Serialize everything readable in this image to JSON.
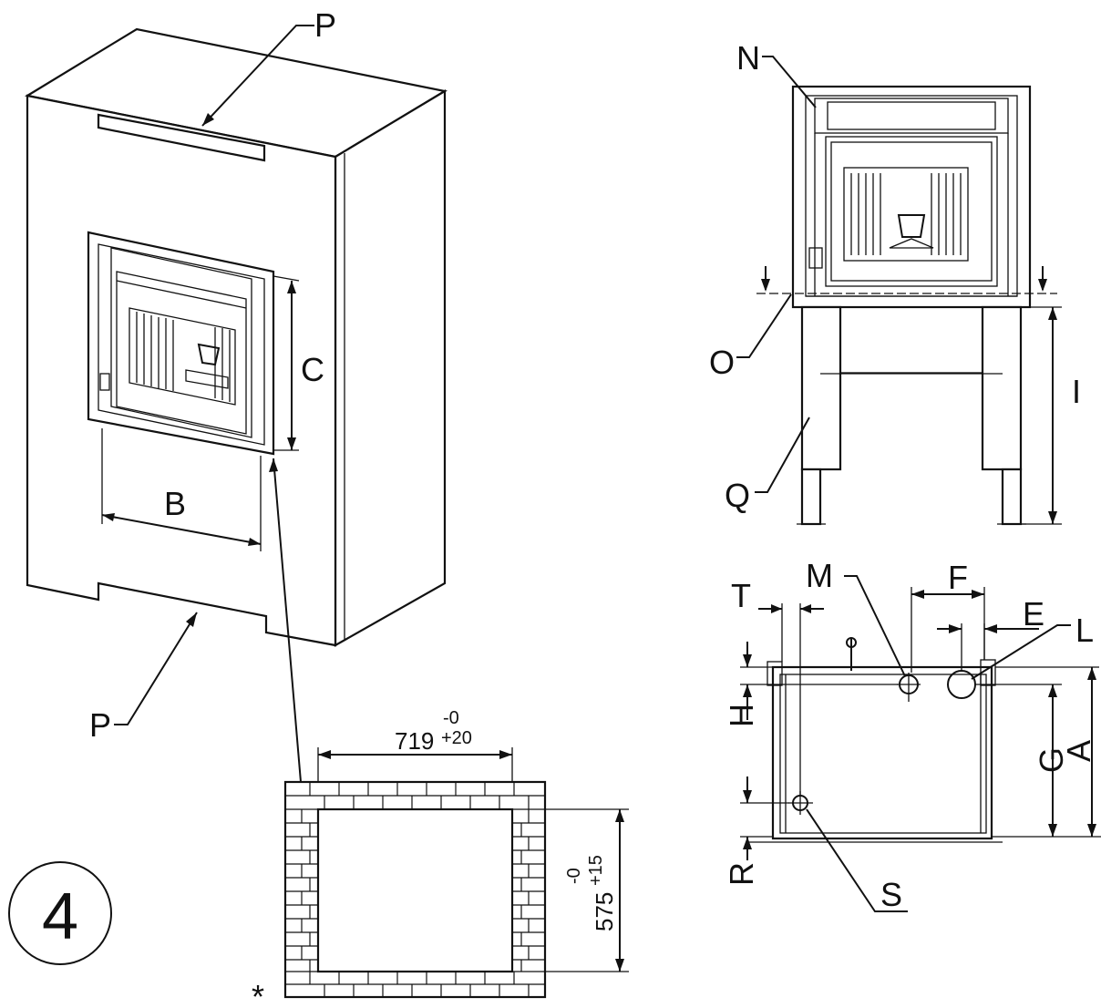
{
  "figure_number": "4",
  "asterisk": "*",
  "labels": {
    "P_top": "P",
    "P_bottom": "P",
    "B": "B",
    "C": "C",
    "N": "N",
    "O": "O",
    "Q": "Q",
    "I": "I",
    "M": "M",
    "F": "F",
    "T": "T",
    "E": "E",
    "L": "L",
    "H": "H",
    "G": "G",
    "A": "A",
    "R": "R",
    "S": "S"
  },
  "opening": {
    "width": "719",
    "width_tol_minus": "-0",
    "width_tol_plus": "+20",
    "height": "575",
    "height_tol_minus": "-0",
    "height_tol_plus": "+15"
  }
}
